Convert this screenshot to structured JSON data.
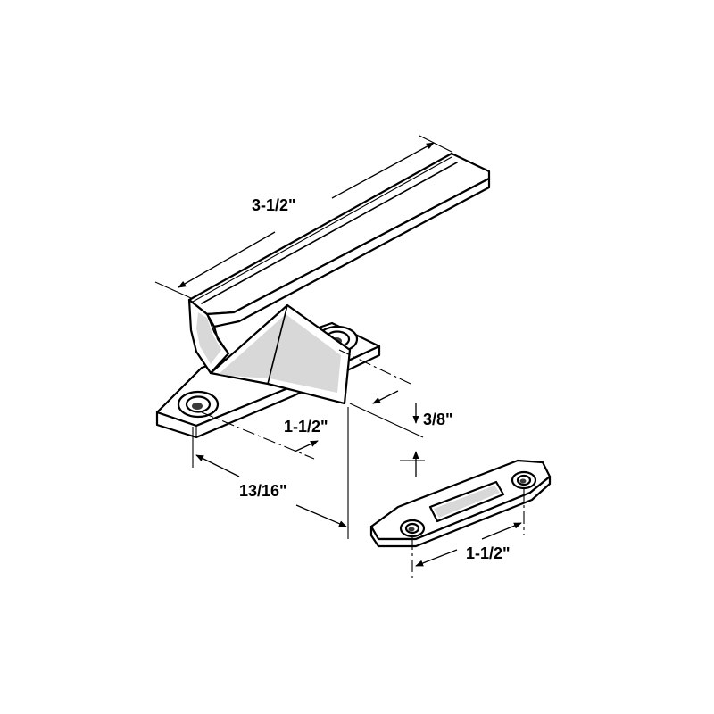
{
  "figure": {
    "colors": {
      "line": "#000000",
      "background": "#ffffff",
      "shade": "#d8d8d8"
    },
    "dimensions": {
      "handle_length": "3-1/2\"",
      "body_hole_spacing": "1-1/2\"",
      "body_height": "3/8\"",
      "handle_offset": "13/16\"",
      "keeper_hole_spacing": "1-1/2\""
    }
  }
}
